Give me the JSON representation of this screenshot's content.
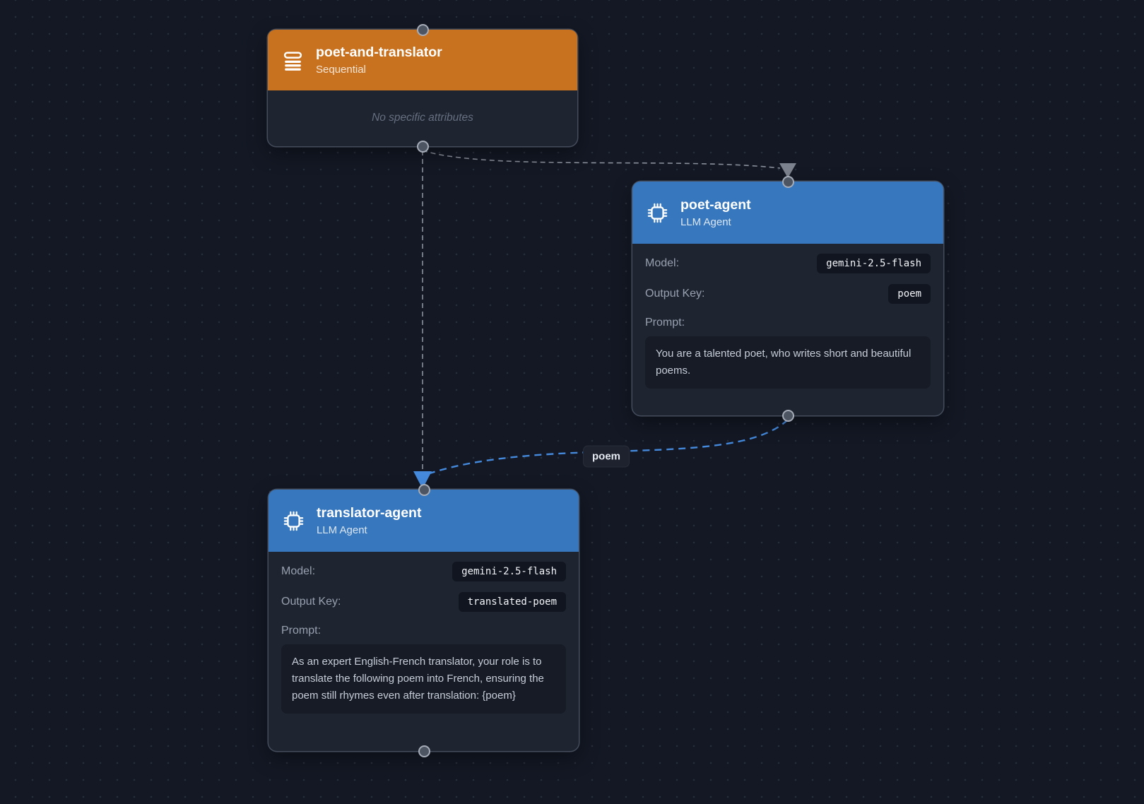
{
  "app": {
    "background_color": "#131824",
    "grid_dot_color": "#272e3c"
  },
  "colors": {
    "sequential_header": "#C8721F",
    "llm_agent_header": "#3777BD",
    "edge_gray": "#8A909B",
    "edge_blue": "#4489DC",
    "node_body": "#1E2430",
    "value_pill_bg": "#10151F"
  },
  "nodes": [
    {
      "title": "poet-and-translator",
      "subtitle": "Sequential",
      "icon": "queue-list-icon",
      "header_color": "#C8721F",
      "note": "No specific attributes"
    },
    {
      "title": "poet-agent",
      "subtitle": "LLM Agent",
      "icon": "cpu-chip-icon",
      "header_color": "#3777BD",
      "model_label": "Model:",
      "model_value": "gemini-2.5-flash",
      "output_key_label": "Output Key:",
      "output_key_value": "poem",
      "prompt_label": "Prompt:",
      "prompt_text": "You are a talented poet, who writes short and beautiful poems."
    },
    {
      "title": "translator-agent",
      "subtitle": "LLM Agent",
      "icon": "cpu-chip-icon",
      "header_color": "#3777BD",
      "model_label": "Model:",
      "model_value": "gemini-2.5-flash",
      "output_key_label": "Output Key:",
      "output_key_value": "translated-poem",
      "prompt_label": "Prompt:",
      "prompt_text": "As an expert English-French translator, your role is to translate the following poem into French, ensuring the poem still rhymes even after translation: {poem}"
    }
  ],
  "edges": [
    {
      "from": "poet-and-translator",
      "to": "poet-agent",
      "style": "gray-dashed"
    },
    {
      "from": "poet-and-translator",
      "to": "translator-agent",
      "style": "gray-dashed"
    },
    {
      "from": "poet-agent",
      "to": "translator-agent",
      "style": "blue-dashed",
      "label": "poem"
    }
  ]
}
